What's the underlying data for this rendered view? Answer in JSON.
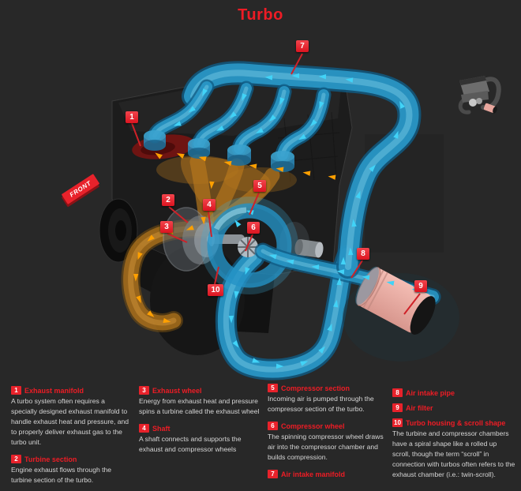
{
  "title": "Turbo",
  "front_tag": "FRONT",
  "callouts": [
    "1",
    "2",
    "3",
    "4",
    "5",
    "6",
    "7",
    "8",
    "9",
    "10"
  ],
  "colors": {
    "background": "#282828",
    "accent_red": "#ee1c25",
    "pipe_blue": "#2b9ccc",
    "arrow_cyan": "#41d3f7",
    "exhaust_orange": "#b5761c",
    "arrow_orange": "#ffa000",
    "filter_pink": "#e9aba2"
  },
  "legend": {
    "columns": [
      {
        "items": [
          {
            "n": "1",
            "title": "Exhaust manifold",
            "body": "A turbo system often requires a specially designed exhaust manifold to handle exhaust heat and pressure, and to properly deliver exhaust gas to the turbo unit."
          },
          {
            "n": "2",
            "title": "Turbine section",
            "body": "Engine exhaust flows through the turbine section of the turbo."
          }
        ]
      },
      {
        "items": [
          {
            "n": "3",
            "title": "Exhaust wheel",
            "body": "Energy from exhaust heat and pressure spins a turbine called the exhaust wheel"
          },
          {
            "n": "4",
            "title": "Shaft",
            "body": "A shaft connects and supports the exhaust and compressor wheels"
          }
        ]
      },
      {
        "items": [
          {
            "n": "5",
            "title": "Compressor section",
            "body": "Incoming air is pumped through the compressor section of the turbo."
          },
          {
            "n": "6",
            "title": "Compressor wheel",
            "body": "The spinning compressor wheel draws air into the compressor chamber and builds compression."
          },
          {
            "n": "7",
            "title": "Air intake manifold",
            "body": ""
          }
        ]
      },
      {
        "items": [
          {
            "n": "8",
            "title": "Air intake pipe",
            "body": ""
          },
          {
            "n": "9",
            "title": "Air filter",
            "body": ""
          },
          {
            "n": "10",
            "title": "Turbo housing & scroll shape",
            "body": "The turbine and compressor chambers have a spiral shape like a rolled up scroll, though the term “scroll” in connection with turbos often refers to the exhaust chamber (i.e.: twin-scroll)."
          }
        ]
      }
    ]
  }
}
